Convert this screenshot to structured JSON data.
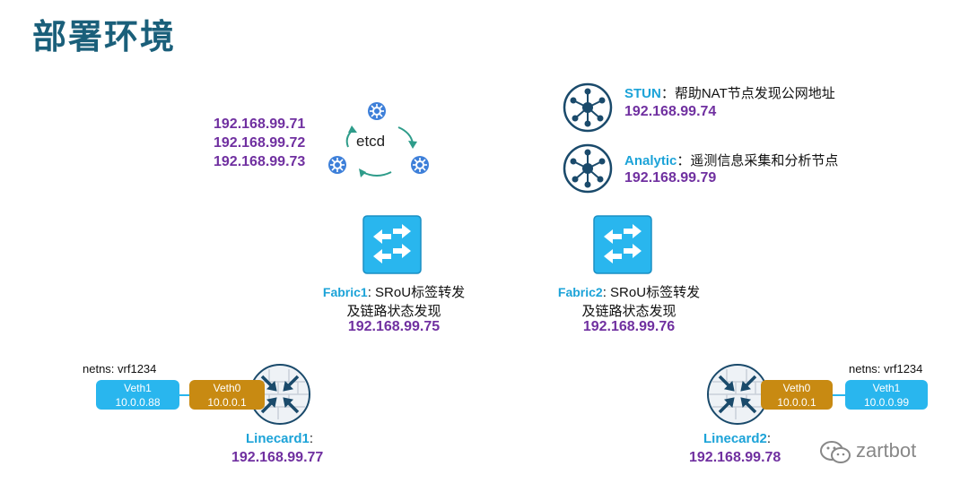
{
  "title": "部署环境",
  "etcd": {
    "label": "etcd",
    "ips": [
      "192.168.99.71",
      "192.168.99.72",
      "192.168.99.73"
    ]
  },
  "stun": {
    "name": "STUN",
    "desc": "：帮助NAT节点发现公网地址",
    "ip": "192.168.99.74"
  },
  "analytic": {
    "name": "Analytic",
    "desc": "：遥测信息采集和分析节点",
    "ip": "192.168.99.79"
  },
  "fabric1": {
    "name": "Fabric1",
    "desc_line1": ": SRoU标签转发",
    "desc_line2": "及链路状态发现",
    "ip": "192.168.99.75"
  },
  "fabric2": {
    "name": "Fabric2",
    "desc_line1": ": SRoU标签转发",
    "desc_line2": "及链路状态发现",
    "ip": "192.168.99.76"
  },
  "linecard1": {
    "netns": "netns: vrf1234",
    "veth1": {
      "name": "Veth1",
      "ip": "10.0.0.88"
    },
    "veth0": {
      "name": "Veth0",
      "ip": "10.0.0.1"
    },
    "name": "Linecard1",
    "suffix": ":",
    "ip": "192.168.99.77"
  },
  "linecard2": {
    "netns": "netns: vrf1234",
    "veth0": {
      "name": "Veth0",
      "ip": "10.0.0.1"
    },
    "veth1": {
      "name": "Veth1",
      "ip": "10.0.0.99"
    },
    "name": "Linecard2",
    "suffix": ":",
    "ip": "192.168.99.78"
  },
  "watermark": "zartbot",
  "colors": {
    "title": "#1a5f7a",
    "ip": "#7030a0",
    "accent": "#1ca3d8",
    "veth_blue": "#29b6ee",
    "veth_gold": "#c88a12",
    "node_icon": "#1a4a6b"
  },
  "icons": [
    "kubernetes-icon",
    "hub-network-icon",
    "switch-icon",
    "router-firewall-icon",
    "wechat-icon"
  ]
}
